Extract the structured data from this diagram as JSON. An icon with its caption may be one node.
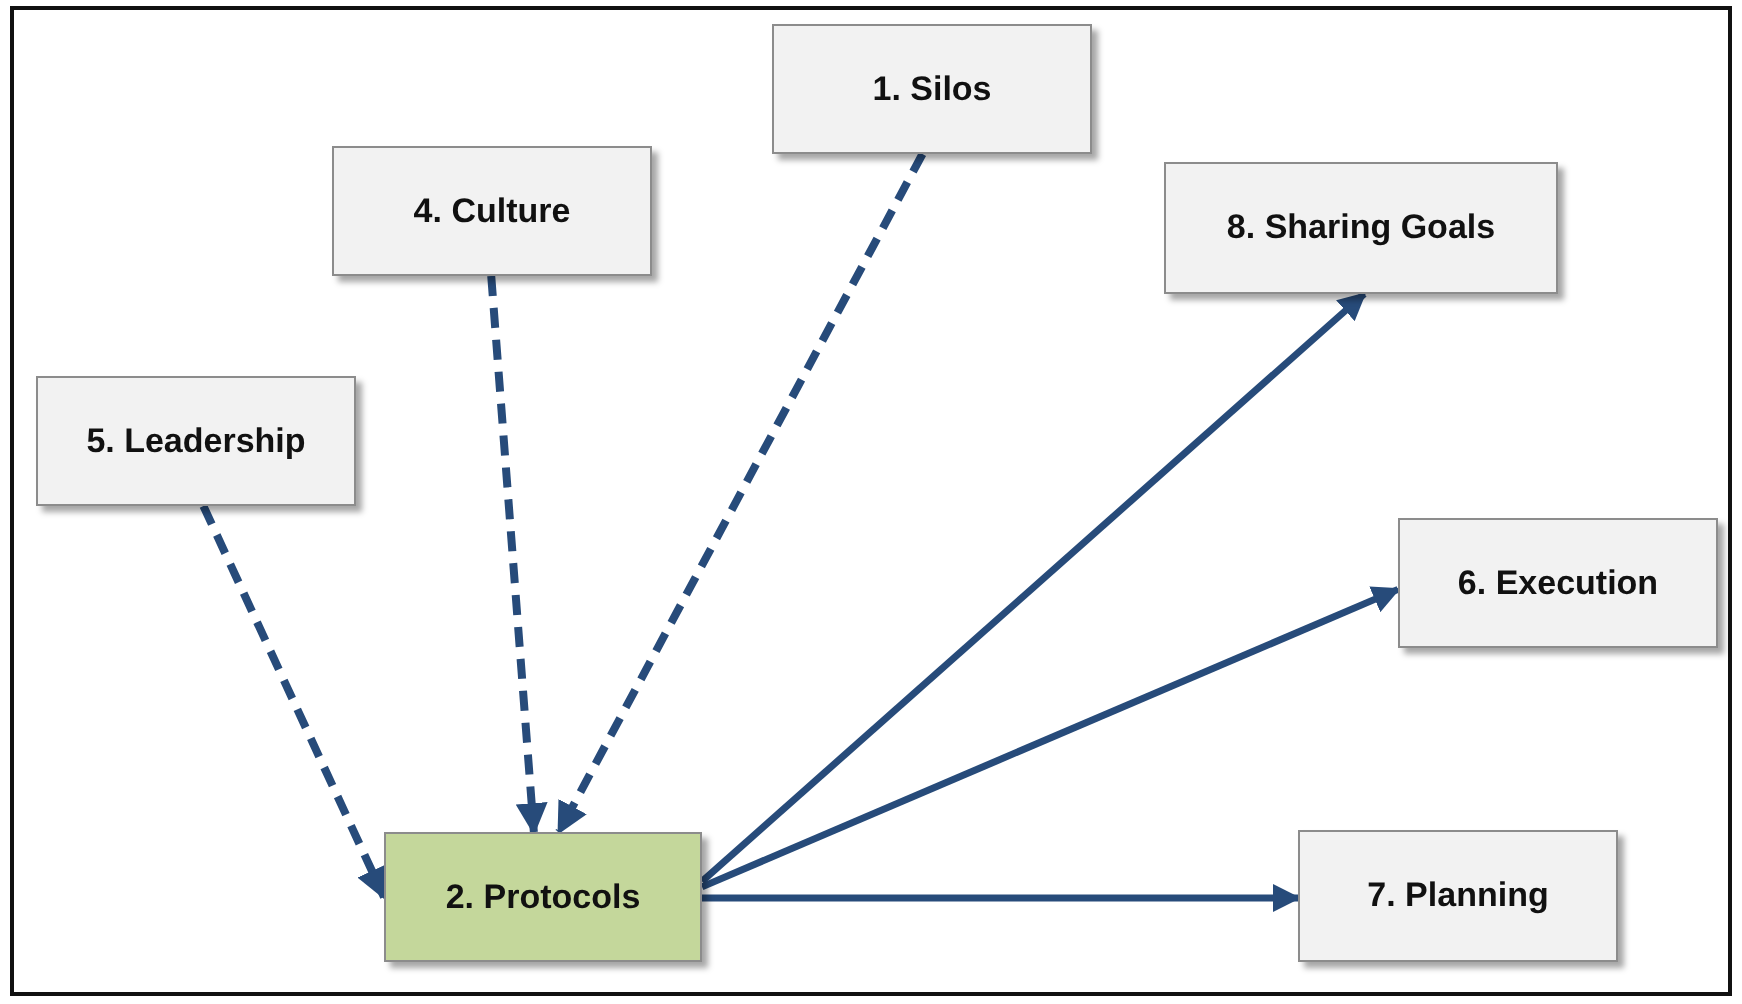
{
  "diagram": {
    "nodes": [
      {
        "text": [
          "1. Silos"
        ]
      },
      {
        "text": [
          "4. Culture"
        ]
      },
      {
        "text": [
          "8. Sharing Goals"
        ]
      },
      {
        "text": [
          "5. Leadership"
        ]
      },
      {
        "text": [
          "6. Execution"
        ]
      },
      {
        "text": [
          "2. Protocols"
        ]
      },
      {
        "text": [
          "7. Planning"
        ]
      }
    ],
    "edges": [
      {
        "from": 0,
        "to": 5,
        "arrow": "to",
        "style": "dashed"
      },
      {
        "from": 1,
        "to": 5,
        "arrow": "to",
        "style": "dashed"
      },
      {
        "from": 3,
        "to": 5,
        "arrow": "to",
        "style": "dashed"
      },
      {
        "from": 5,
        "to": 2,
        "arrow": "to"
      },
      {
        "from": 5,
        "to": 4,
        "arrow": "to"
      },
      {
        "from": 5,
        "to": 6,
        "arrow": "to"
      }
    ]
  }
}
